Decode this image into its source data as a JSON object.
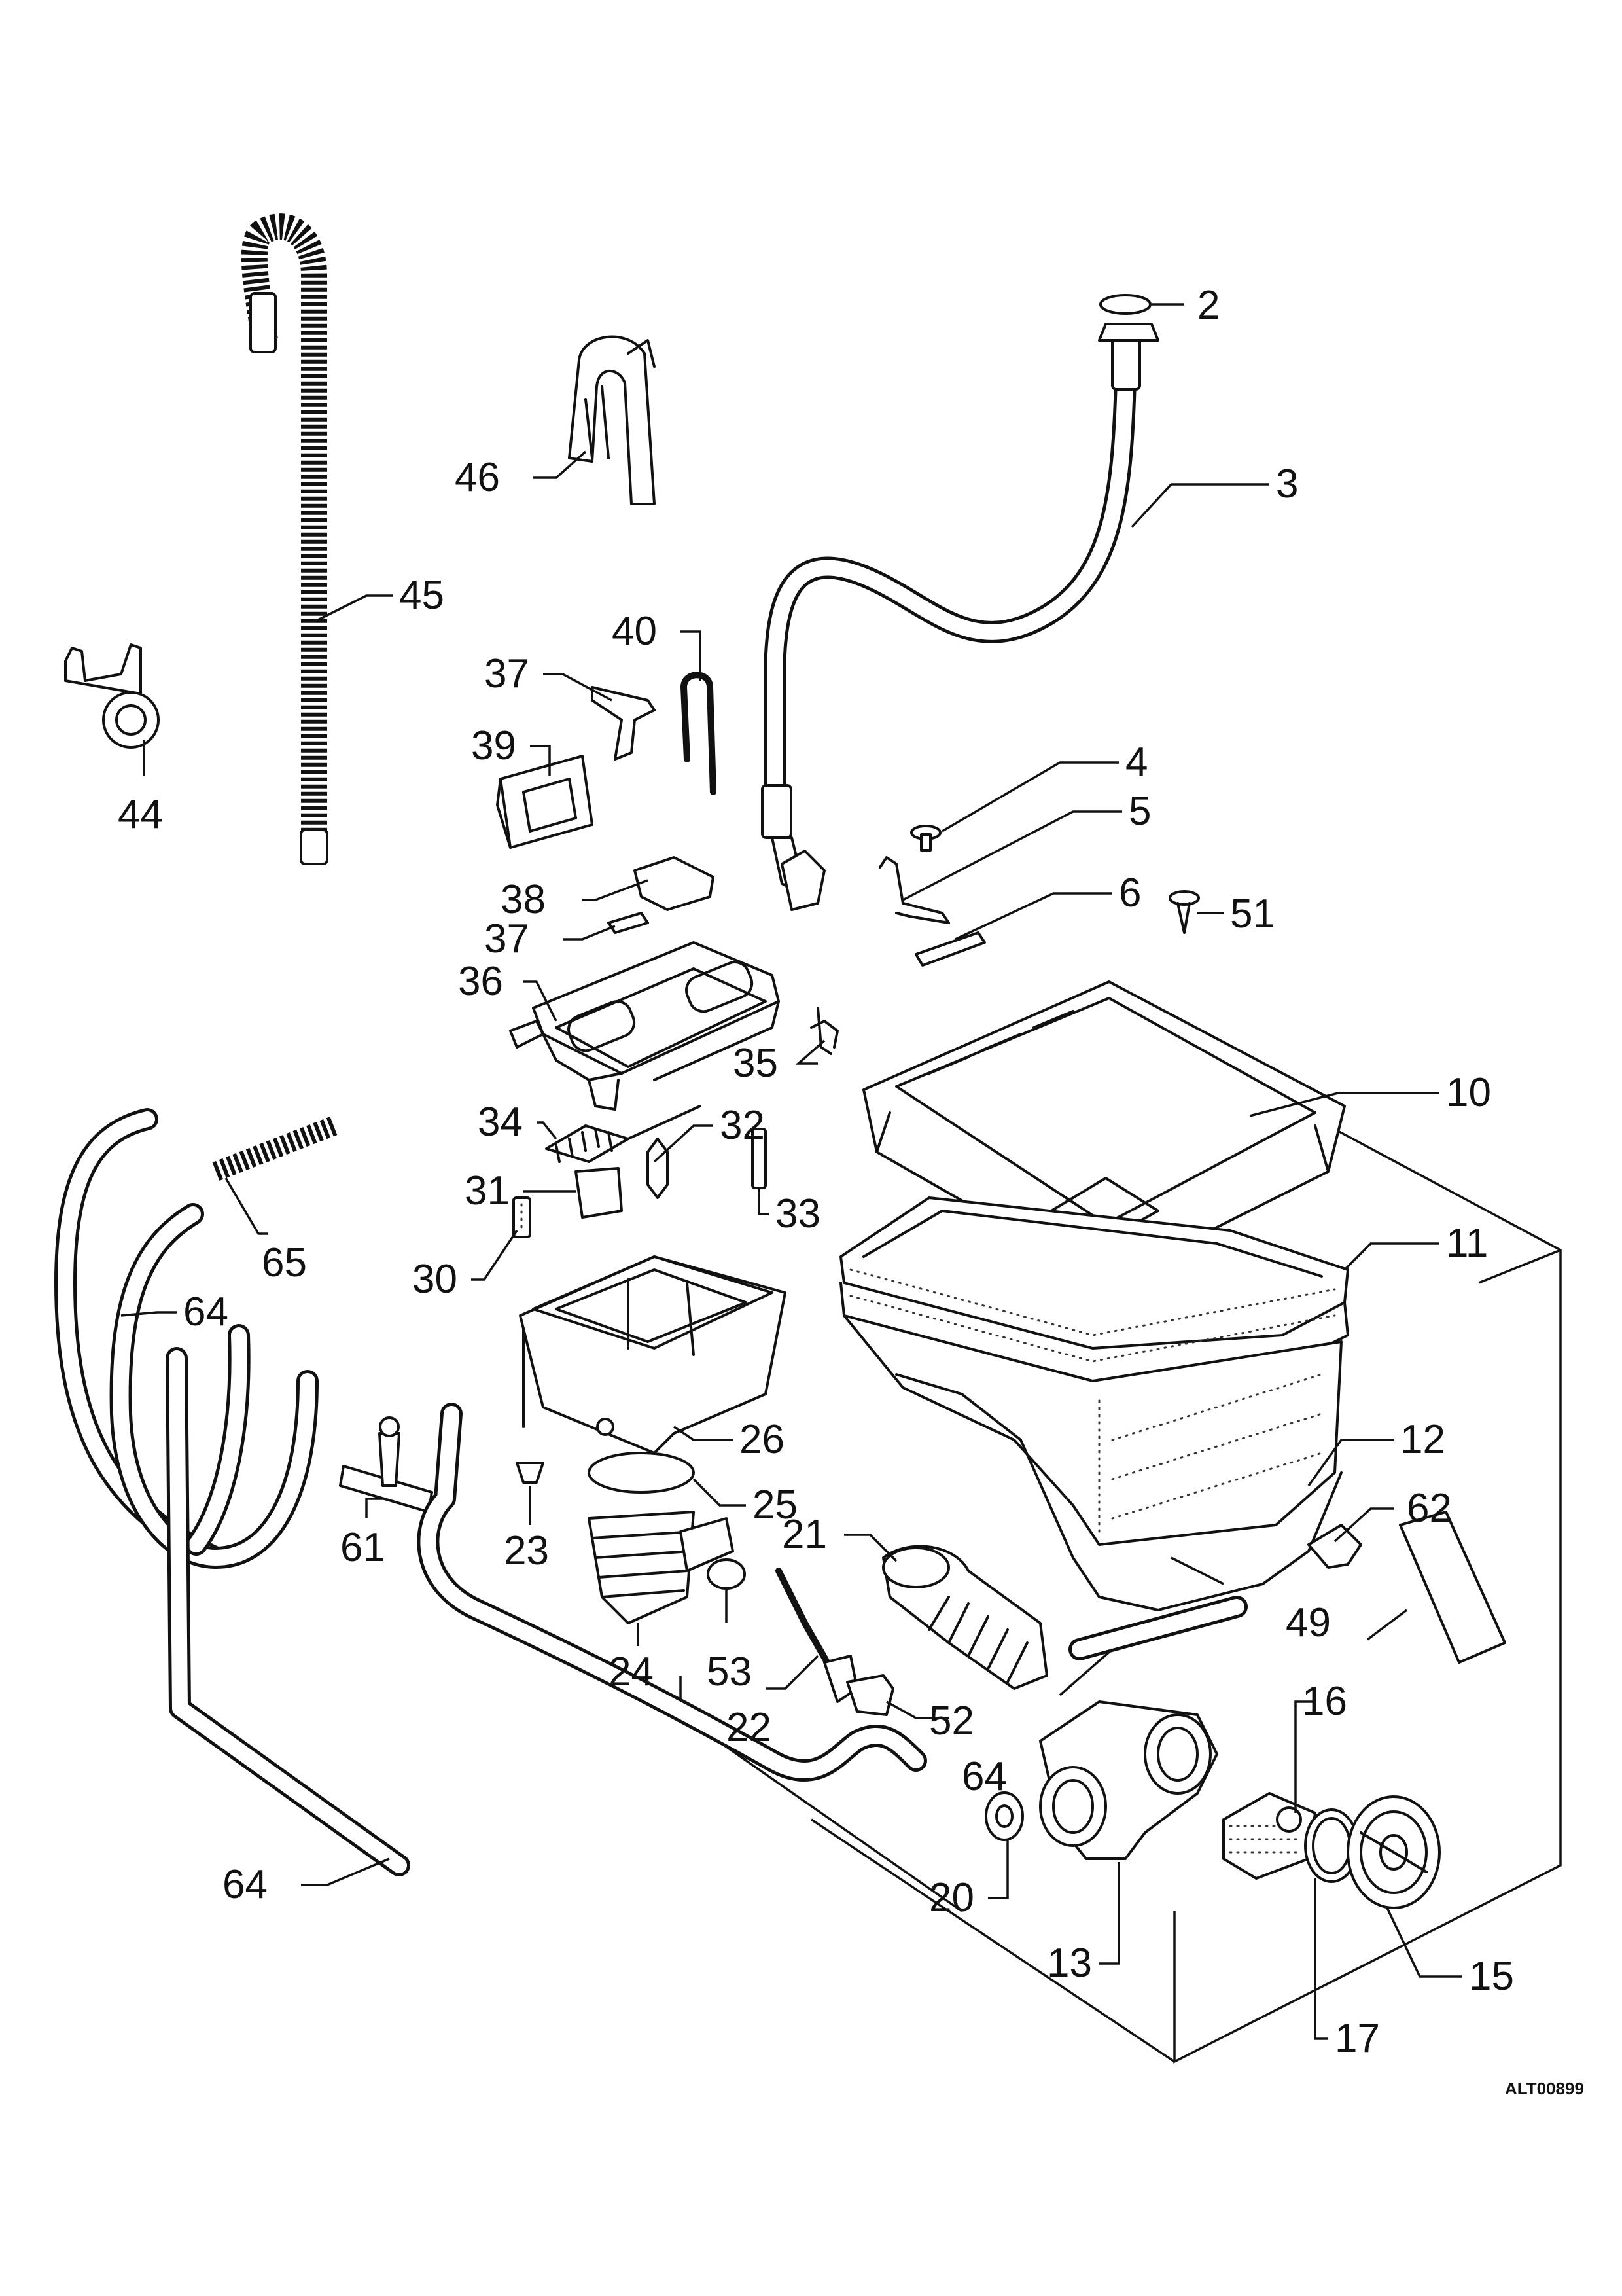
{
  "drawing_code": "ALT00899",
  "callouts": [
    {
      "label": "2"
    },
    {
      "label": "3"
    },
    {
      "label": "4"
    },
    {
      "label": "5"
    },
    {
      "label": "6"
    },
    {
      "label": "10"
    },
    {
      "label": "11"
    },
    {
      "label": "12"
    },
    {
      "label": "13"
    },
    {
      "label": "15"
    },
    {
      "label": "16"
    },
    {
      "label": "17"
    },
    {
      "label": "20"
    },
    {
      "label": "21"
    },
    {
      "label": "22"
    },
    {
      "label": "23"
    },
    {
      "label": "24"
    },
    {
      "label": "25"
    },
    {
      "label": "26"
    },
    {
      "label": "30"
    },
    {
      "label": "31"
    },
    {
      "label": "32"
    },
    {
      "label": "33"
    },
    {
      "label": "34"
    },
    {
      "label": "35"
    },
    {
      "label": "36"
    },
    {
      "label": "37"
    },
    {
      "label": "37"
    },
    {
      "label": "38"
    },
    {
      "label": "39"
    },
    {
      "label": "40"
    },
    {
      "label": "44"
    },
    {
      "label": "45"
    },
    {
      "label": "46"
    },
    {
      "label": "49"
    },
    {
      "label": "51"
    },
    {
      "label": "52"
    },
    {
      "label": "53"
    },
    {
      "label": "61"
    },
    {
      "label": "62"
    },
    {
      "label": "64"
    },
    {
      "label": "64"
    },
    {
      "label": "64"
    },
    {
      "label": "65"
    }
  ]
}
